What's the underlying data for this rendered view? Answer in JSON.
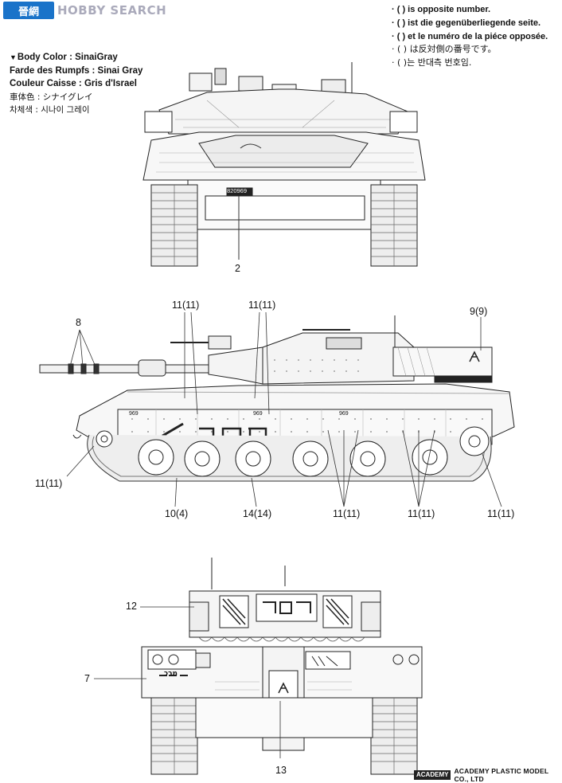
{
  "watermark": {
    "logo": "晉網",
    "text": "HOBBY SEARCH"
  },
  "legend": {
    "marker": "▼",
    "lines": [
      "Body Color : SinaiGray",
      "Farde des Rumpfs : Sinai Gray",
      "Couleur Caisse : Gris d'Israel",
      "車体色 : シナイグレイ",
      "차체색 : 시나이 그레이"
    ]
  },
  "notes": [
    "( ) is opposite number.",
    "( ) ist die gegenüberliegende seite.",
    "( ) et le numéro de la piéce opposée.",
    "( ) は反対側の番号です。",
    "( )는 반대측 번호임."
  ],
  "callouts": {
    "front": {
      "c1": "2"
    },
    "side": {
      "c8": "8",
      "c11a": "11(11)",
      "c11b": "11(11)",
      "c9": "9(9)",
      "c11c": "11(11)",
      "c10": "10(4)",
      "c14": "14(14)",
      "c11d": "11(11)",
      "c11e": "11(11)",
      "c11f": "11(11)"
    },
    "rear": {
      "c12": "12",
      "c7": "7",
      "c13": "13"
    }
  },
  "markings": {
    "plate": "820969",
    "hebrew": "מרכ",
    "number": "969"
  },
  "footer": {
    "logo": "ACADEMY",
    "text": "ACADEMY PLASTIC MODEL CO., LTD"
  }
}
